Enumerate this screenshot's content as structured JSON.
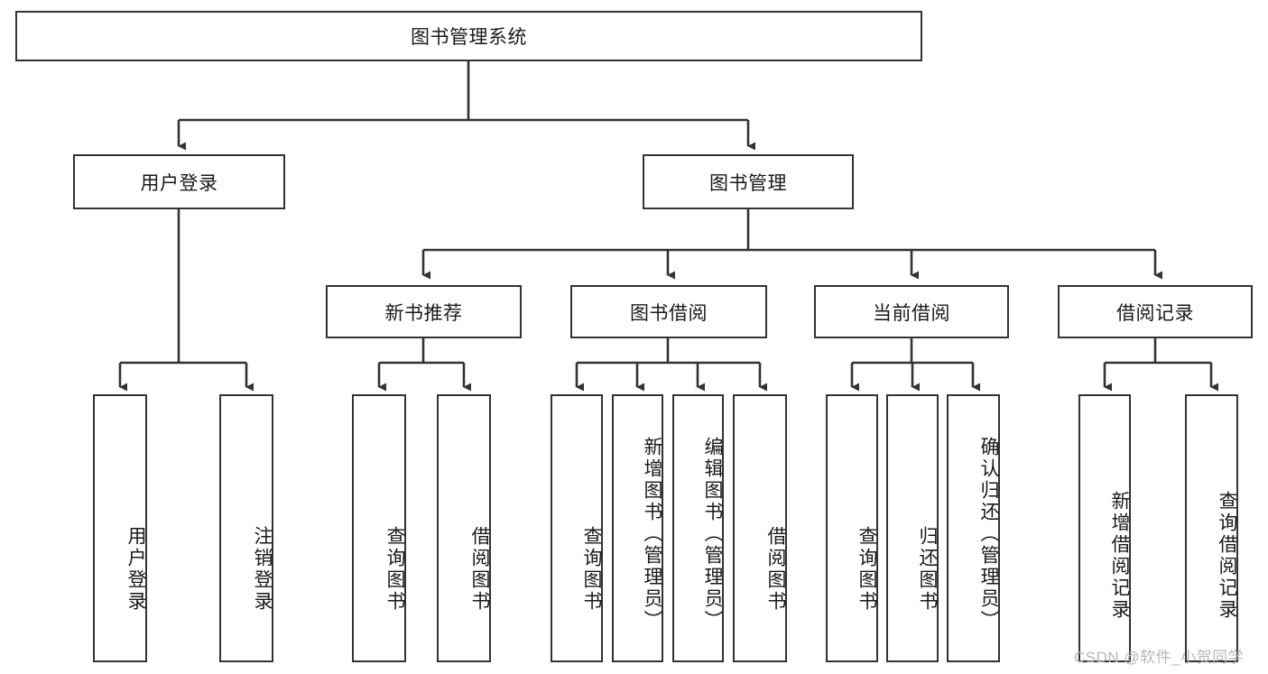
{
  "diagram": {
    "title": "图书管理系统",
    "type": "tree-hierarchy",
    "root": {
      "label": "图书管理系统"
    },
    "level2": [
      {
        "label": "用户登录"
      },
      {
        "label": "图书管理"
      }
    ],
    "level3": [
      {
        "label": "新书推荐"
      },
      {
        "label": "图书借阅"
      },
      {
        "label": "当前借阅"
      },
      {
        "label": "借阅记录"
      }
    ],
    "leaves": {
      "user_login": [
        {
          "label": "用户登录"
        },
        {
          "label": "注销登录"
        }
      ],
      "new_book_recommend": [
        {
          "label": "查询图书"
        },
        {
          "label": "借阅图书"
        }
      ],
      "book_borrow": [
        {
          "label": "查询图书"
        },
        {
          "label": "新增图书（管理员）"
        },
        {
          "label": "编辑图书（管理员）"
        },
        {
          "label": "借阅图书"
        }
      ],
      "current_borrow": [
        {
          "label": "查询图书"
        },
        {
          "label": "归还图书"
        },
        {
          "label": "确认归还（管理员）"
        }
      ],
      "borrow_record": [
        {
          "label": "新增借阅记录"
        },
        {
          "label": "查询借阅记录"
        }
      ]
    }
  },
  "watermark": {
    "text": "CSDN @软件_小贺同学"
  },
  "colors": {
    "border": "#333333",
    "text": "#1a1a1a",
    "background": "#ffffff",
    "watermark": "#b8b8b8"
  }
}
